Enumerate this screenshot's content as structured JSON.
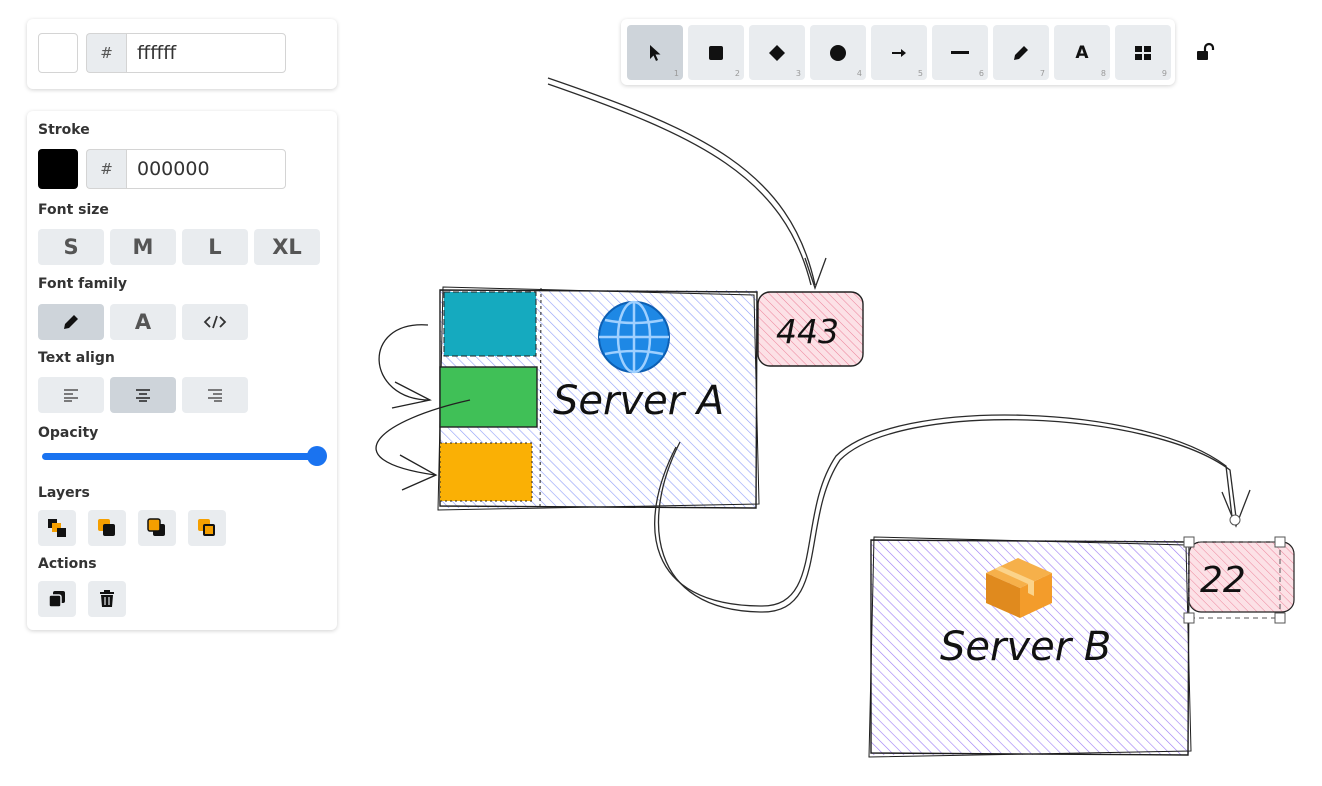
{
  "background": {
    "swatch_color": "#ffffff",
    "hex_prefix": "#",
    "hex_value": "ffffff"
  },
  "stroke": {
    "label": "Stroke",
    "swatch_color": "#000000",
    "hex_prefix": "#",
    "hex_value": "000000"
  },
  "font_size": {
    "label": "Font size",
    "options": [
      "S",
      "M",
      "L",
      "XL"
    ]
  },
  "font_family": {
    "label": "Font family",
    "options": [
      "pencil-icon",
      "A",
      "code-icon"
    ],
    "selected": 0
  },
  "text_align": {
    "label": "Text align",
    "options": [
      "align-left-icon",
      "align-center-icon",
      "align-right-icon"
    ],
    "selected": 1
  },
  "opacity": {
    "label": "Opacity",
    "value_percent": 100
  },
  "layers": {
    "label": "Layers",
    "buttons": [
      "send-to-back-icon",
      "send-backward-icon",
      "bring-forward-icon",
      "bring-to-front-icon"
    ]
  },
  "actions": {
    "label": "Actions",
    "buttons": [
      "duplicate-icon",
      "delete-icon"
    ]
  },
  "toolbar": {
    "tools": [
      {
        "name": "selection-tool",
        "icon": "cursor-icon",
        "key": "1",
        "active": true
      },
      {
        "name": "rectangle-tool",
        "icon": "square-icon",
        "key": "2"
      },
      {
        "name": "diamond-tool",
        "icon": "diamond-icon",
        "key": "3"
      },
      {
        "name": "ellipse-tool",
        "icon": "circle-icon",
        "key": "4"
      },
      {
        "name": "arrow-tool",
        "icon": "arrow-icon",
        "key": "5"
      },
      {
        "name": "line-tool",
        "icon": "line-icon",
        "key": "6"
      },
      {
        "name": "draw-tool",
        "icon": "pencil-icon",
        "key": "7"
      },
      {
        "name": "text-tool",
        "icon": "text-icon",
        "key": "8",
        "glyph": "A"
      },
      {
        "name": "library-tool",
        "icon": "grid-icon",
        "key": "9"
      }
    ],
    "lock": "unlock-icon"
  },
  "canvas": {
    "server_a": {
      "label": "Server A",
      "fill": "#a5b4fc",
      "icon": "globe-icon"
    },
    "server_b": {
      "label": "Server B",
      "fill": "#b197fc",
      "icon": "package-icon"
    },
    "port_443": {
      "label": "443",
      "fill": "#f7a8b8"
    },
    "port_22": {
      "label": "22",
      "fill": "#f7a8b8"
    },
    "blocks": [
      {
        "name": "teal-block",
        "color": "#15aabf"
      },
      {
        "name": "green-block",
        "color": "#40c057"
      },
      {
        "name": "orange-block",
        "color": "#fab005"
      }
    ]
  }
}
